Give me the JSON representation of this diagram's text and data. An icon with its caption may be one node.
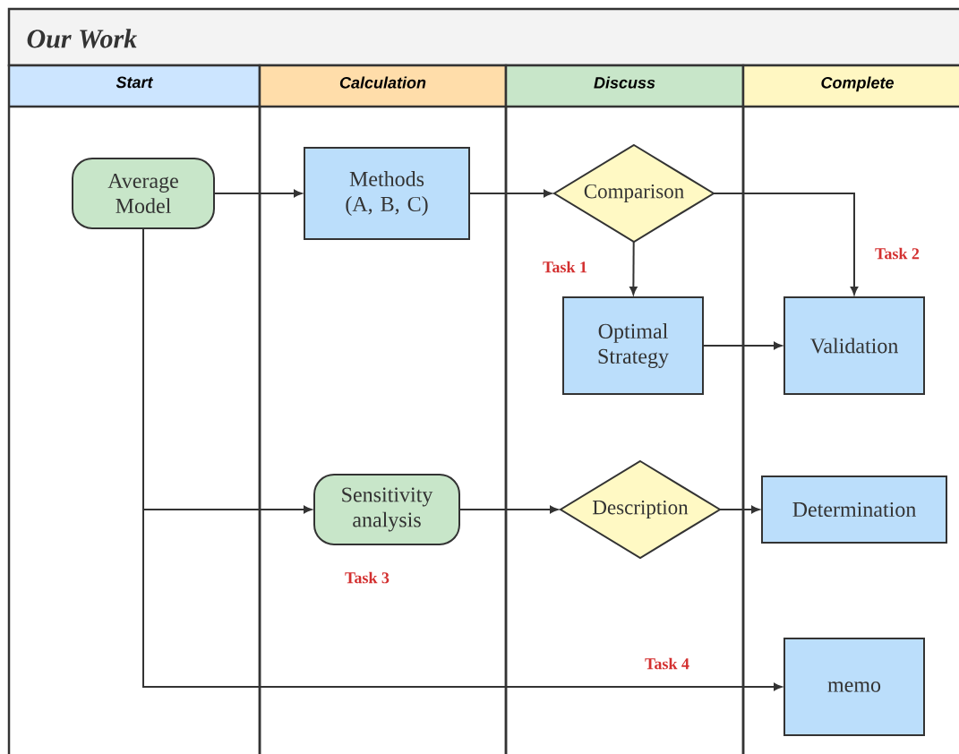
{
  "diagram": {
    "title": "Our Work",
    "nodes": [
      {
        "text": [
          "Start"
        ]
      },
      {
        "text": [
          "Calculation"
        ]
      },
      {
        "text": [
          "Discuss"
        ]
      },
      {
        "text": [
          "Complete"
        ]
      },
      {
        "text": [
          "Average Model"
        ],
        "in": 0
      },
      {
        "text": [
          "Methods (A, B, C)"
        ],
        "in": 1
      },
      {
        "text": [
          "Comparison"
        ],
        "in": 2
      },
      {
        "text": [
          "Optimal Strategy"
        ],
        "in": 2
      },
      {
        "text": [
          "Validation"
        ],
        "in": 3
      },
      {
        "text": [
          "Sensitivity analysis"
        ],
        "in": 1
      },
      {
        "text": [
          "Description"
        ],
        "in": 2
      },
      {
        "text": [
          "Determination"
        ],
        "in": 3
      },
      {
        "text": [
          "memo"
        ],
        "in": 3
      }
    ],
    "edges": [
      {
        "from": 4,
        "to": 5,
        "arrow": "to"
      },
      {
        "from": 5,
        "to": 6,
        "arrow": "to"
      },
      {
        "from": 6,
        "to": 7,
        "arrow": "to"
      },
      {
        "from": 6,
        "to": 8,
        "arrow": "to"
      },
      {
        "from": 7,
        "to": 8,
        "arrow": "to"
      },
      {
        "from": 4,
        "to": 9,
        "arrow": "to"
      },
      {
        "from": 9,
        "to": 10,
        "arrow": "to"
      },
      {
        "from": 10,
        "to": 11,
        "arrow": "to"
      },
      {
        "from": 4,
        "to": 12,
        "arrow": "to"
      }
    ],
    "labels": [
      "Task 1",
      "Task 2",
      "Task 3",
      "Task 4"
    ]
  }
}
